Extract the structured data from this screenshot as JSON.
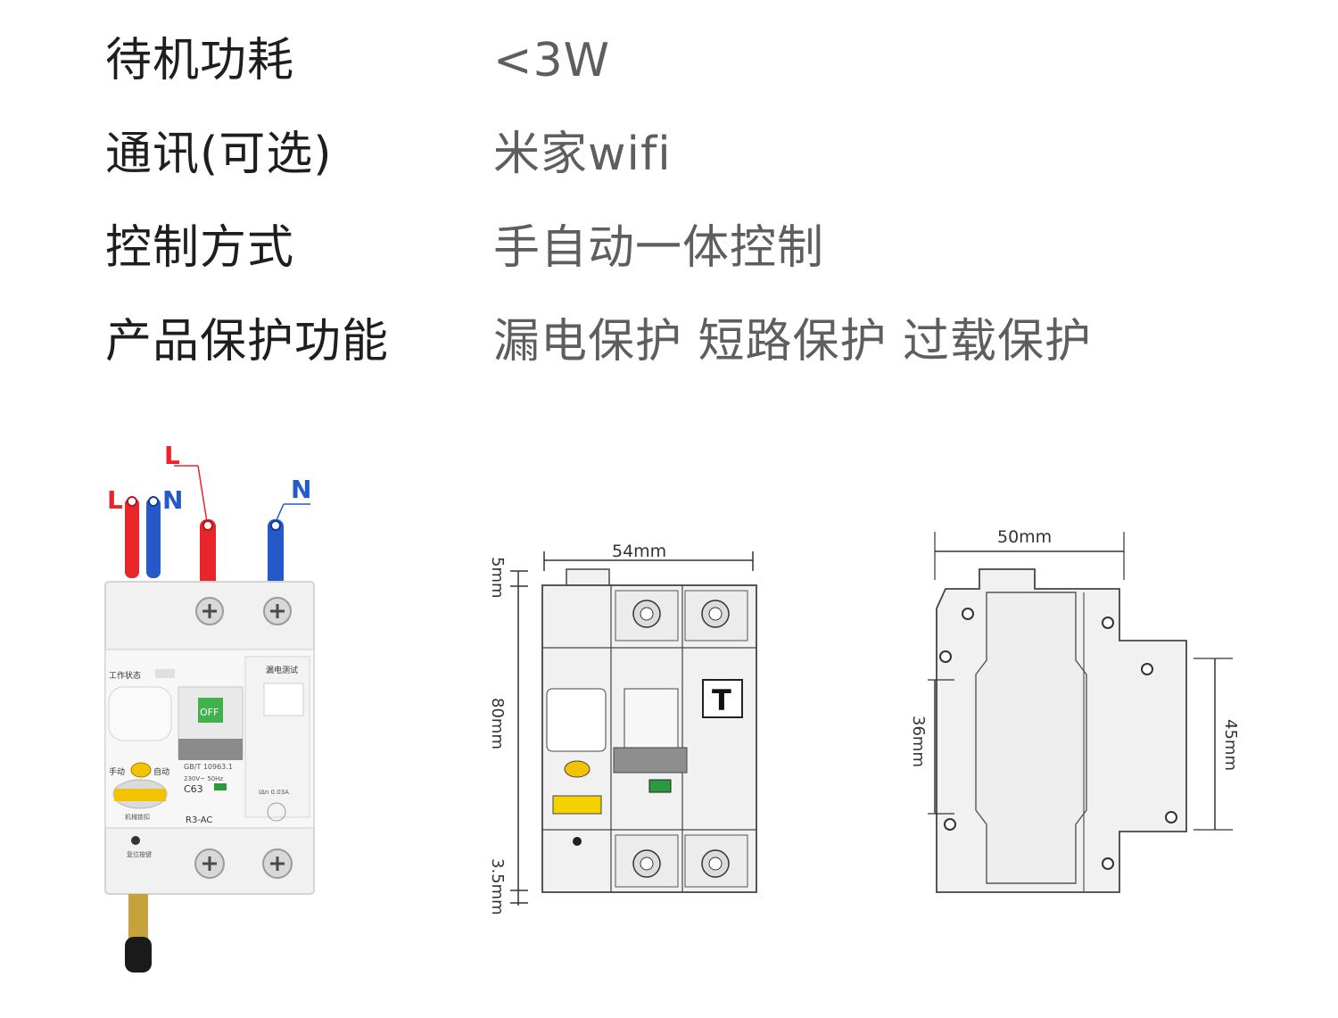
{
  "specs": [
    {
      "label": "待机功耗",
      "value": "<3W"
    },
    {
      "label": "通讯(可选)",
      "value": "米家wifi"
    },
    {
      "label": "控制方式",
      "value": "手自动一体控制"
    },
    {
      "label": "产品保护功能",
      "value": "漏电保护 短路保护 过载保护"
    }
  ],
  "product_photo": {
    "wire_left_L": "L",
    "wire_left_N": "N",
    "wire_top_L": "L",
    "wire_top_N": "N",
    "status_label": "工作状态",
    "test_label": "漏电测试",
    "off_text": "OFF",
    "manual_label": "手动",
    "auto_label": "自动",
    "standard_text": "GB/T 10963.1",
    "rating_text": "230V~ 50Hz",
    "model_c": "C63",
    "model_r": "R3-AC",
    "leak_current": "IΔn 0.03A",
    "lock_label": "机械锁扣",
    "reset_label": "复位按键"
  },
  "front_diagram": {
    "width_label": "54mm",
    "top_label": "5mm",
    "height_label": "80mm",
    "bottom_label": "3.5mm",
    "test_button": "T"
  },
  "side_diagram": {
    "width_label": "50mm",
    "inner_label": "36mm",
    "right_label": "45mm"
  }
}
